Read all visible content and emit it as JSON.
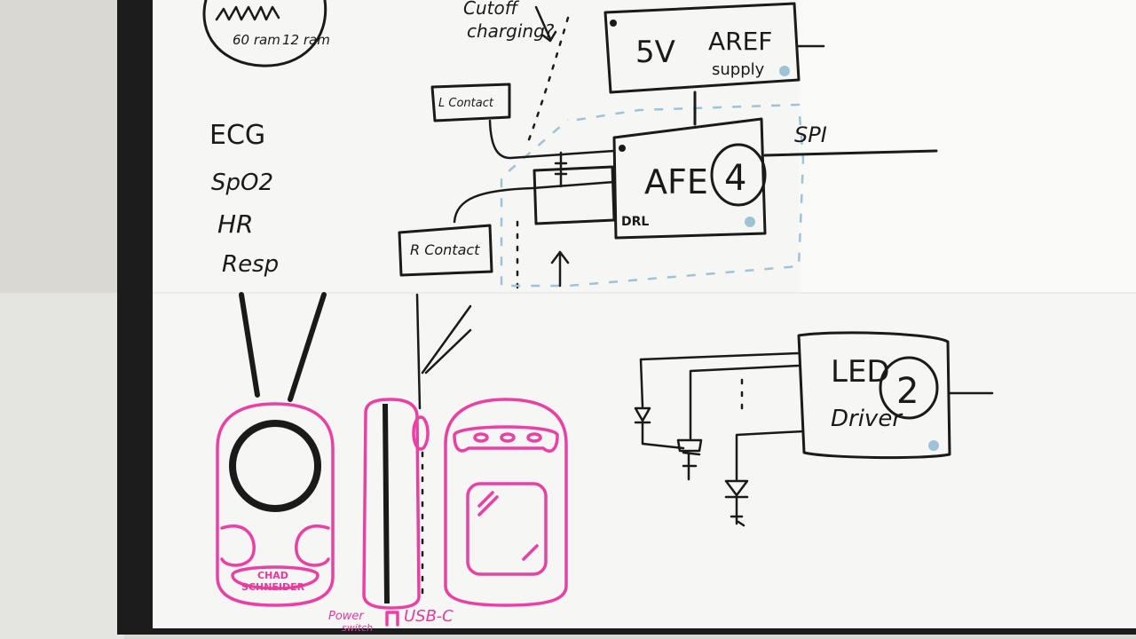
{
  "scene": {
    "colors": {
      "wall": "#d9d8d3",
      "board": "#f6f6f4",
      "frame": "#1c1c1c",
      "ink": "#1a1a1a",
      "pink_marker": "#ec3fa3",
      "blue_dash": "#9ec3d6"
    }
  },
  "top_sketch": {
    "gauge": {
      "line1": "60 ram",
      "line2": "12 ram"
    },
    "note_top": {
      "line1": "Cutoff",
      "line2": "charging?"
    },
    "supply_box": {
      "voltage": "5V",
      "label": "AREF",
      "sublabel": "supply"
    },
    "afe_box": {
      "label": "AFE",
      "number": "4",
      "pin": "DRL"
    },
    "spi_label": "SPI",
    "l_contact": "L Contact",
    "r_contact": "R Contact",
    "measurements": [
      "ECG",
      "SpO2",
      "HR",
      "Resp"
    ]
  },
  "bottom_sketch": {
    "led_box": {
      "label": "LED",
      "number": "2",
      "sublabel": "Driver"
    },
    "device_badge": {
      "line1": "CHAD",
      "line2": "SCHNEIDER"
    },
    "power_switch": {
      "line1": "Power",
      "line2": "switch"
    },
    "usb_label": "USB-C"
  }
}
